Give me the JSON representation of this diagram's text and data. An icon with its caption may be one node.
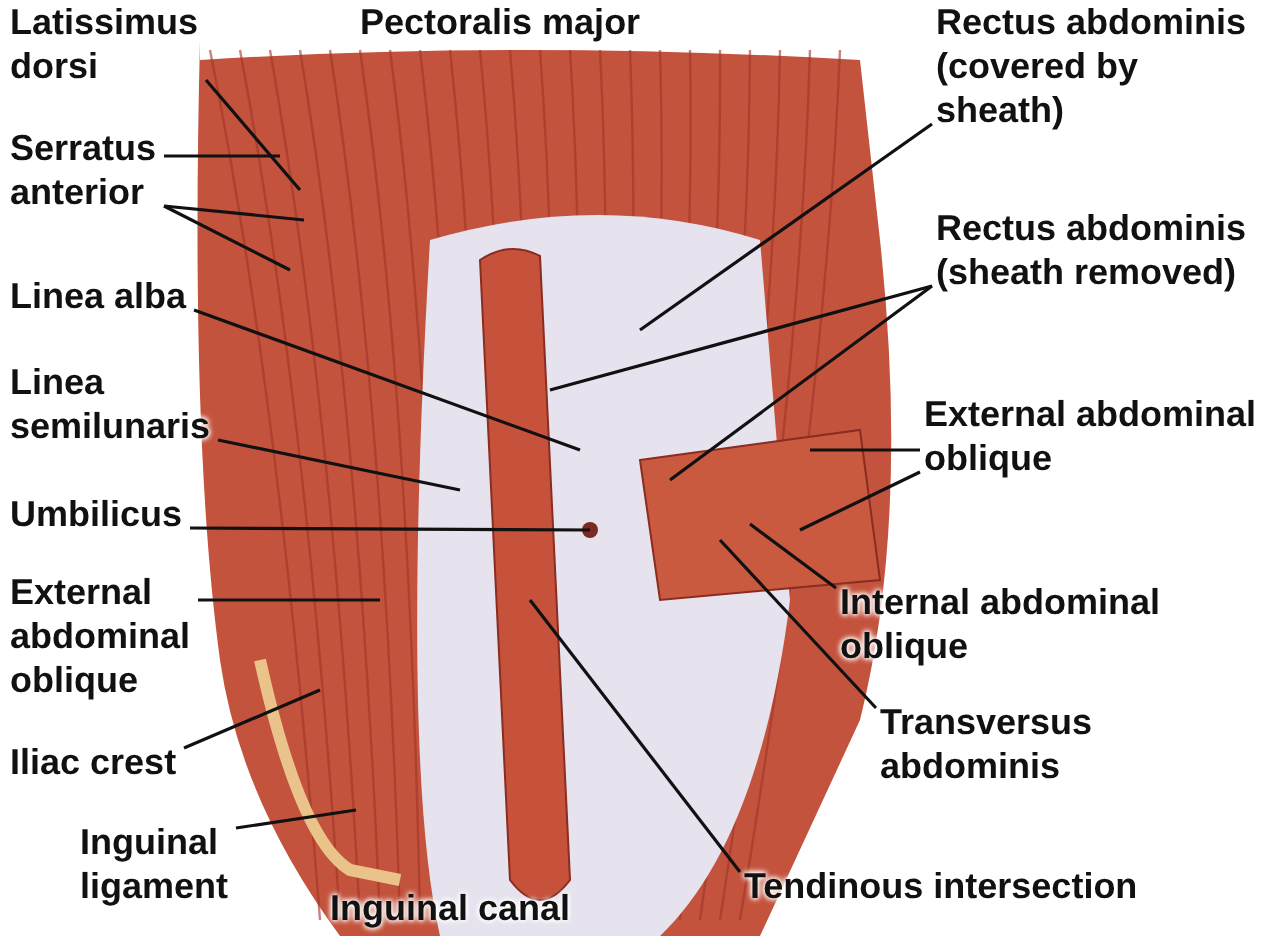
{
  "diagram": {
    "nodes": [
      {
        "text": [
          "Latissimus dorsi"
        ]
      },
      {
        "text": [
          "Serratus anterior"
        ]
      },
      {
        "text": [
          "Linea alba"
        ]
      },
      {
        "text": [
          "Linea semilunaris"
        ]
      },
      {
        "text": [
          "Umbilicus"
        ]
      },
      {
        "text": [
          "External abdominal oblique"
        ]
      },
      {
        "text": [
          "Iliac crest"
        ]
      },
      {
        "text": [
          "Inguinal ligament"
        ]
      },
      {
        "text": [
          "Rectus abdominis (covered by sheath)"
        ]
      },
      {
        "text": [
          "Rectus abdominis (sheath removed)"
        ]
      },
      {
        "text": [
          "External abdominal oblique"
        ]
      },
      {
        "text": [
          "Internal abdominal oblique"
        ]
      },
      {
        "text": [
          "Transversus abdominis"
        ]
      },
      {
        "text": [
          "Tendinous intersection"
        ]
      }
    ],
    "edges": [
      {
        "from": 0,
        "to": null,
        "arrow": "none"
      },
      {
        "from": 1,
        "to": null,
        "arrow": "none"
      },
      {
        "from": 1,
        "to": null,
        "arrow": "none"
      },
      {
        "from": 1,
        "to": null,
        "arrow": "none"
      },
      {
        "from": 2,
        "to": null,
        "arrow": "none"
      },
      {
        "from": 3,
        "to": null,
        "arrow": "none"
      },
      {
        "from": 4,
        "to": null,
        "arrow": "none"
      },
      {
        "from": 5,
        "to": null,
        "arrow": "none"
      },
      {
        "from": 6,
        "to": null,
        "arrow": "none"
      },
      {
        "from": 7,
        "to": null,
        "arrow": "none"
      },
      {
        "from": 8,
        "to": null,
        "arrow": "none"
      },
      {
        "from": 9,
        "to": null,
        "arrow": "none"
      },
      {
        "from": 9,
        "to": null,
        "arrow": "none"
      },
      {
        "from": 10,
        "to": null,
        "arrow": "none"
      },
      {
        "from": 10,
        "to": null,
        "arrow": "none"
      },
      {
        "from": 11,
        "to": null,
        "arrow": "none"
      },
      {
        "from": 12,
        "to": null,
        "arrow": "none"
      },
      {
        "from": 13,
        "to": null,
        "arrow": "none"
      }
    ],
    "labels": [
      "Pectoralis major",
      "Inguinal canal"
    ]
  }
}
